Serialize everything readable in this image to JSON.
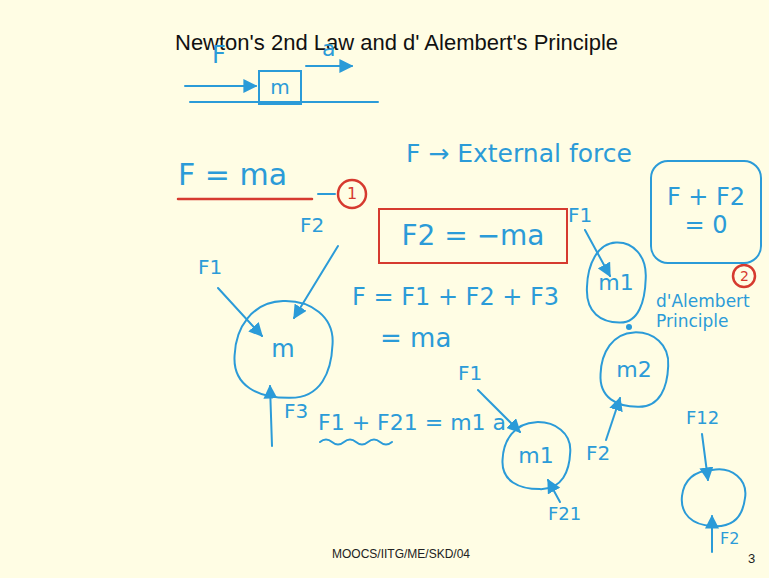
{
  "diagram": {
    "title": "Newton's 2nd Law and d' Alembert's Principle",
    "nodes": [
      {
        "text": [
          "m"
        ]
      },
      {
        "text": [
          "F2 = −ma"
        ]
      },
      {
        "text": [
          "F + F2 = 0"
        ]
      },
      {
        "text": [
          "m1"
        ]
      },
      {
        "text": [
          "m"
        ]
      },
      {
        "text": [
          "m2"
        ]
      },
      {
        "text": [
          "m1"
        ]
      }
    ],
    "labels": [
      "F",
      "a",
      "F = ma",
      "1",
      "F → External force",
      "F1",
      "F2",
      "F3",
      "F = F1 + F2 + F3",
      "= ma",
      "F1",
      "F1 + F21 = m1 a",
      "F21",
      "F1",
      "F2",
      "F12",
      "F2",
      "2",
      "d'Alembert Principle",
      "MOOCS/IITG/ME/SKD/04",
      "3"
    ]
  }
}
